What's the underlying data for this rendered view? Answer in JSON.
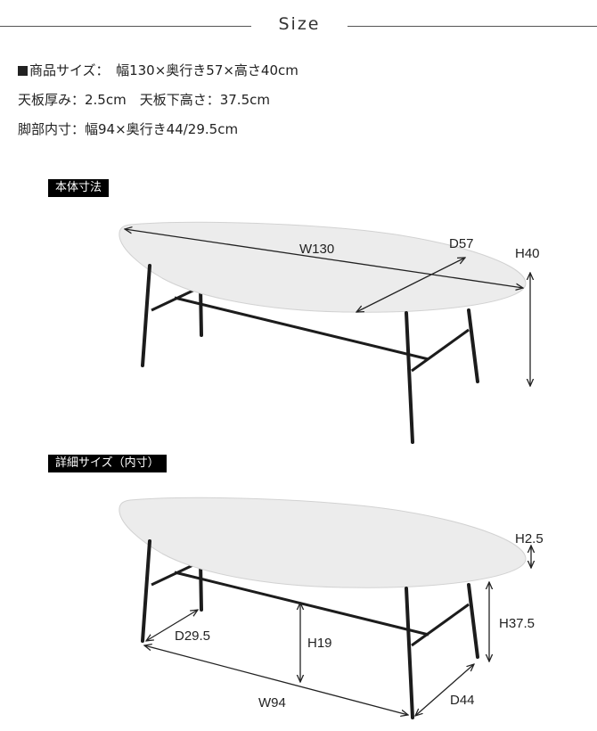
{
  "header": {
    "title": "Size"
  },
  "specs": {
    "line1_label": "商品サイズ：",
    "line1_value": "幅130×奥行き57×高さ40cm",
    "line2": "天板厚み：2.5cm　天板下高さ：37.5cm",
    "line3": "脚部内寸：幅94×奥行き44/29.5cm"
  },
  "section1": {
    "label": "本体寸法",
    "w": "W130",
    "d": "D57",
    "h": "H40"
  },
  "section2": {
    "label": "詳細サイズ（内寸）",
    "h_top": "H2.5",
    "h_under": "H37.5",
    "h_bar": "H19",
    "d_front": "D29.5",
    "w_leg": "W94",
    "d_leg": "D44"
  },
  "colors": {
    "table_top": "#ececec",
    "legs": "#1c1c1c",
    "label_bg": "#000000"
  }
}
